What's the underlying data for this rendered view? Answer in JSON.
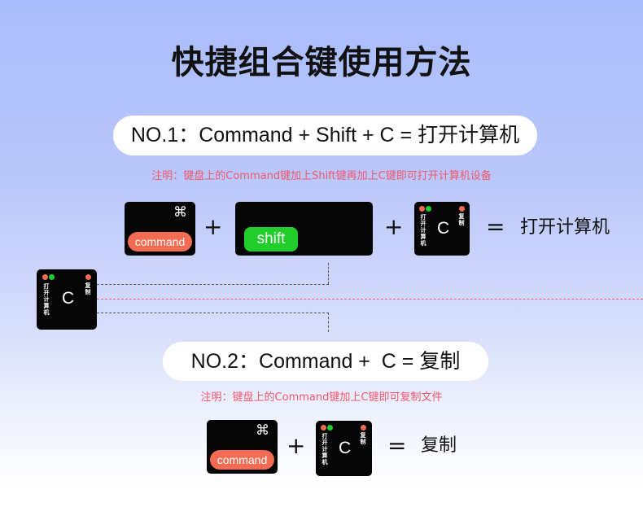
{
  "title": "快捷组合键使用方法",
  "method1": {
    "heading": "NO.1：Command + Shift + C = 打开计算机",
    "note": "注明：键盘上的Command键加上Shift键再加上C键即可打开计算机设备",
    "keys": {
      "command_symbol": "⌘",
      "command_label": "command",
      "shift_label": "shift",
      "c_letter": "C",
      "c_side_label": "打开计算机",
      "c_corner_label": "复制"
    },
    "plus1": "+",
    "plus2": "+",
    "equals": "=",
    "result": "打开计算机"
  },
  "method2": {
    "heading": "NO.2：Command +  C = 复制",
    "note": "注明：键盘上的Command键加上C键即可复制文件",
    "keys": {
      "command_symbol": "⌘",
      "command_label": "command",
      "c_letter": "C",
      "c_side_label": "打开计算机",
      "c_corner_label": "复制"
    },
    "plus1": "+",
    "equals": "=",
    "result": "复制"
  },
  "detail_key": {
    "c_letter": "C",
    "c_side_label": "打开计算机",
    "c_corner_label": "复制"
  },
  "colors": {
    "background_top": "#a9bcfb",
    "background_bottom": "#ffffff",
    "note_text": "#f2586a",
    "command_badge": "#f26b52",
    "shift_badge": "#1fce2b",
    "key_body": "#050505"
  }
}
